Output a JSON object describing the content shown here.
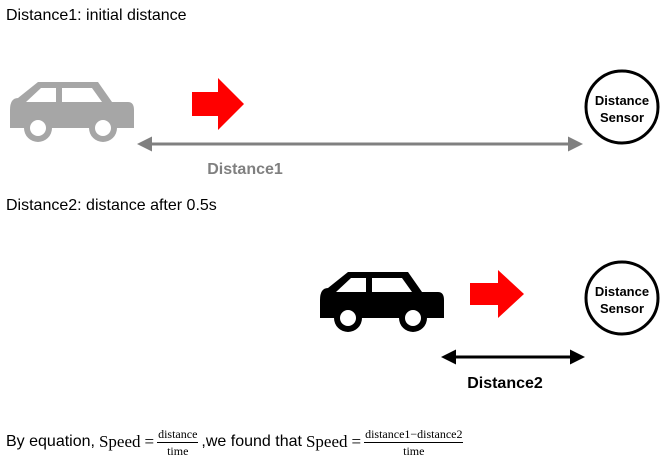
{
  "caption1": "Distance1: initial distance",
  "caption2": "Distance2: distance after 0.5s",
  "sensor1": {
    "line1": "Distance",
    "line2": "Sensor"
  },
  "sensor2": {
    "line1": "Distance",
    "line2": "Sensor"
  },
  "distance1_label": "Distance1",
  "distance2_label": "Distance2",
  "equation": {
    "prefix": "By equation,",
    "speed_word": "Speed",
    "equals": "=",
    "frac1_num": "distance",
    "frac1_den": "time",
    "middle": ",we found that",
    "speed_word2": "Speed",
    "equals2": "=",
    "frac2_num": "distance1−distance2",
    "frac2_den": "time"
  },
  "colors": {
    "car_initial": "#a6a6a6",
    "car_after": "#000000",
    "arrow": "#ff0000",
    "distance1_line": "#808080",
    "distance2_line": "#000000"
  }
}
